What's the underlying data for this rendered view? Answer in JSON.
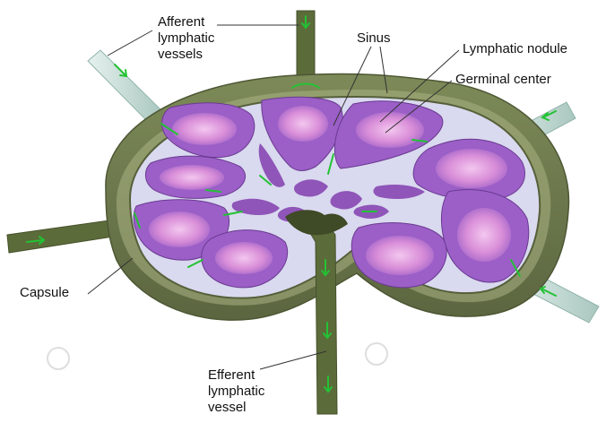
{
  "labels": {
    "afferent": [
      "Afferent",
      "lymphatic",
      "vessels"
    ],
    "sinus": "Sinus",
    "nodule": "Lymphatic nodule",
    "germinal": "Germinal center",
    "capsule": "Capsule",
    "efferent": [
      "Efferent",
      "lymphatic",
      "vessel"
    ]
  },
  "colors": {
    "capsule": "#6f7a4f",
    "capsule_light": "#b3bc8c",
    "vessel": "#5c6b3a",
    "vessel_light": "#c8ddd8",
    "medulla": "#dcdcf2",
    "nodule": "#9b5fc7",
    "germinal": "#e7b3e6",
    "flow": "#23c234",
    "leader": "#333333"
  },
  "icons": [
    "flow-arrow-icon"
  ]
}
